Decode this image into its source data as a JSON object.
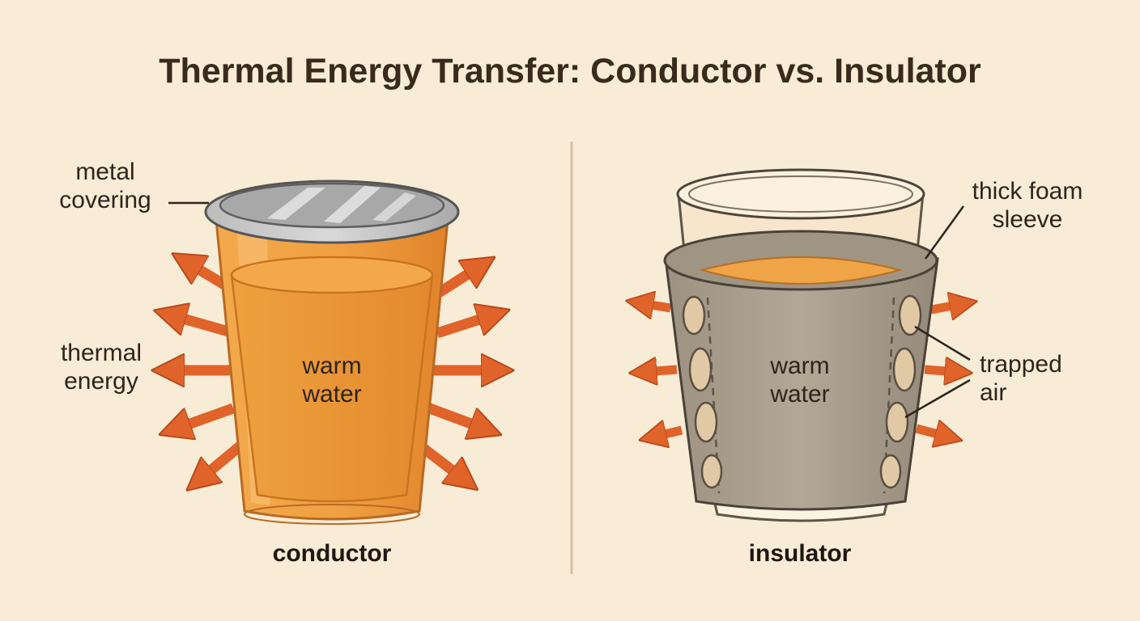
{
  "title": "Thermal Energy Transfer: Conductor vs. Insulator",
  "conductor": {
    "caption": "conductor",
    "content_label": [
      "warm",
      "water"
    ],
    "lid_label": [
      "metal",
      "covering"
    ],
    "arrows_label": [
      "thermal",
      "energy"
    ]
  },
  "insulator": {
    "caption": "insulator",
    "content_label": [
      "warm",
      "water"
    ],
    "sleeve_label": [
      "thick foam",
      "sleeve"
    ],
    "air_label": [
      "trapped",
      "air"
    ]
  },
  "colors": {
    "background": "#f8ecd6",
    "arrow": "#e0632a",
    "water": "#ec9a36",
    "sleeve": "#a39787",
    "air_pocket": "#e2c9a6",
    "divider": "#d9bfa0",
    "metal_lid": "#9a9a9a"
  }
}
